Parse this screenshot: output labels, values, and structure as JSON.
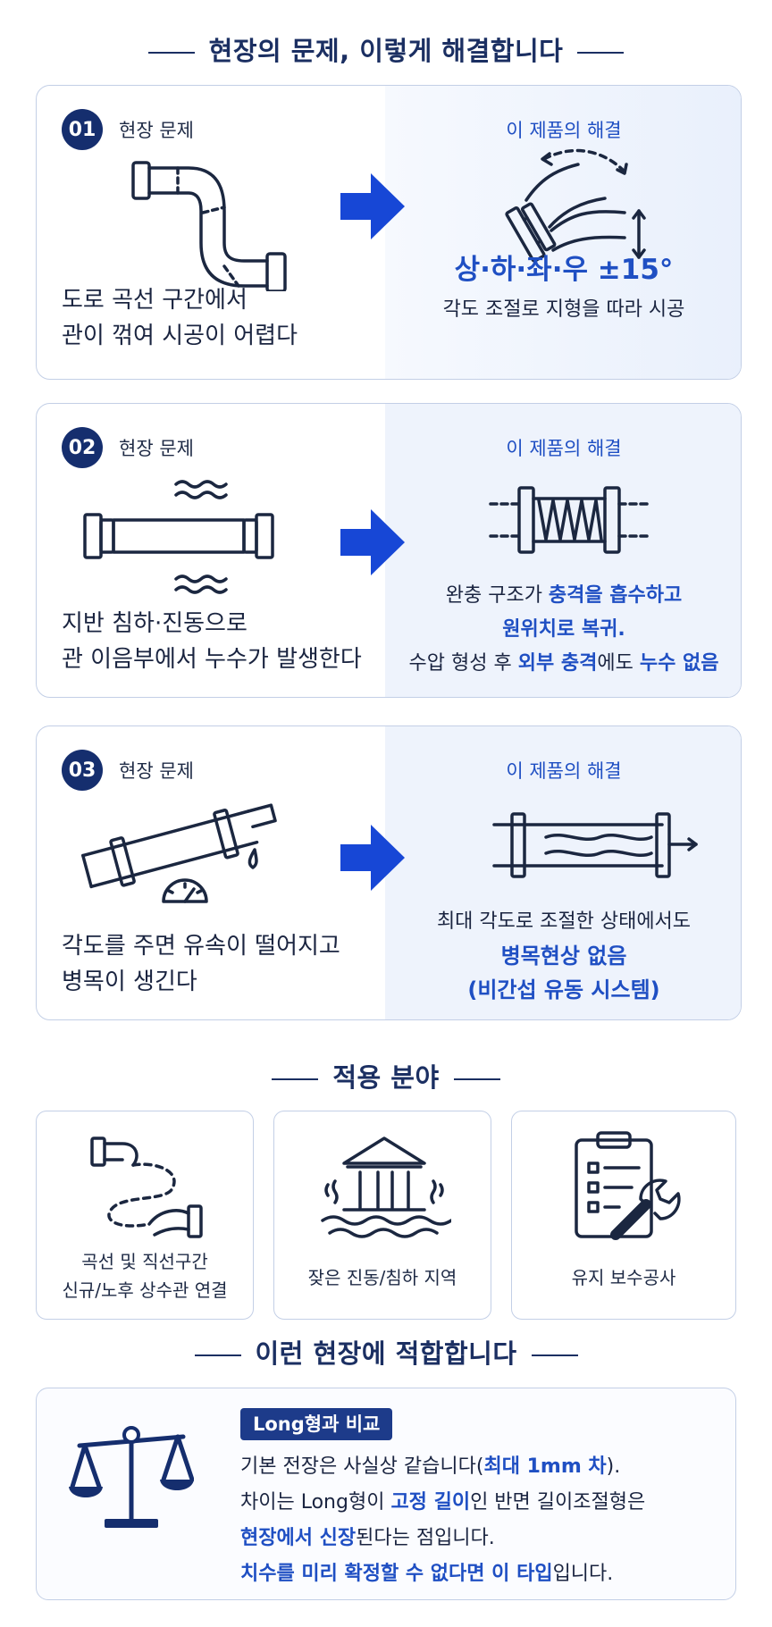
{
  "section1": {
    "title": "현장의 문제, 이렇게 해결합니다"
  },
  "cards": [
    {
      "num": "01",
      "problem_label": "현장 문제",
      "solution_label": "이 제품의 해결",
      "problem_lines": [
        "도로 곡선 구간에서",
        "관이 꺾여 시공이 어렵다"
      ],
      "solution_headline": "상·하·좌·우 ±15°",
      "solution_sub": "각도 조절로 지형을 따라 시공"
    },
    {
      "num": "02",
      "problem_label": "현장 문제",
      "solution_label": "이 제품의 해결",
      "problem_lines": [
        "지반 침하·진동으로",
        "관 이음부에서 누수가 발생한다"
      ],
      "solution_l1_a": "완충 구조가 ",
      "solution_l1_b": "충격을 흡수하고",
      "solution_l2": "원위치로 복귀.",
      "solution_l3_a": "수압 형성 후 ",
      "solution_l3_b": "외부 충격",
      "solution_l3_c": "에도 ",
      "solution_l3_d": "누수 없음"
    },
    {
      "num": "03",
      "problem_label": "현장 문제",
      "solution_label": "이 제품의 해결",
      "problem_lines": [
        "각도를 주면 유속이 떨어지고",
        "병목이 생긴다"
      ],
      "solution_l1": "최대 각도로 조절한 상태에서도",
      "solution_l2": "병목현상 없음",
      "solution_l3": "(비간섭 유동 시스템)"
    }
  ],
  "section2": {
    "title": "적용 분야",
    "items": [
      {
        "lines": [
          "곡선 및 직선구간",
          "신규/노후 상수관 연결"
        ],
        "icon": "curved-pipe-icon"
      },
      {
        "lines": [
          "잦은 진동/침하 지역"
        ],
        "icon": "building-shaking-icon"
      },
      {
        "lines": [
          "유지 보수공사"
        ],
        "icon": "clipboard-wrench-icon"
      }
    ]
  },
  "section3": {
    "title": "이런 현장에 적합합니다",
    "badge": "Long형과 비교",
    "line1_a": "기본 전장은 사실상 같습니다(",
    "line1_b": "최대 1mm 차",
    "line1_c": ").",
    "line2_a": "차이는 Long형이 ",
    "line2_b": "고정 길이",
    "line2_c": "인 반면 길이조절형은",
    "line3_a": "현장에서 신장",
    "line3_b": "된다는 점입니다.",
    "line4_a": "치수를 미리 확정할 수 없다면 이 타입",
    "line4_b": "입니다."
  },
  "colors": {
    "navy": "#152e6e",
    "accent_blue": "#1f4fc3",
    "arrow_blue": "#1747d6",
    "border": "#c3cfe6"
  }
}
